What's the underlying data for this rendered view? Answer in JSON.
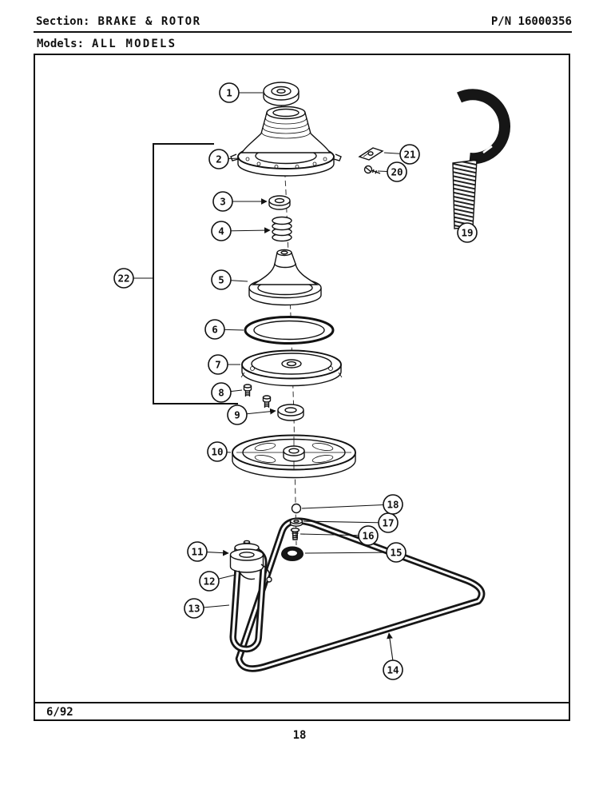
{
  "header": {
    "section_label": "Section:",
    "section_title": "BRAKE & ROTOR",
    "part_number": "P/N 16000356",
    "models_label": "Models:",
    "models_value": "ALL MODELS"
  },
  "diagram": {
    "callouts": [
      "1",
      "2",
      "3",
      "4",
      "5",
      "6",
      "7",
      "8",
      "9",
      "10",
      "11",
      "12",
      "13",
      "14",
      "15",
      "16",
      "17",
      "18",
      "19",
      "20",
      "21",
      "22"
    ]
  },
  "footer": {
    "revision_date": "6/92",
    "page_number": "18"
  }
}
